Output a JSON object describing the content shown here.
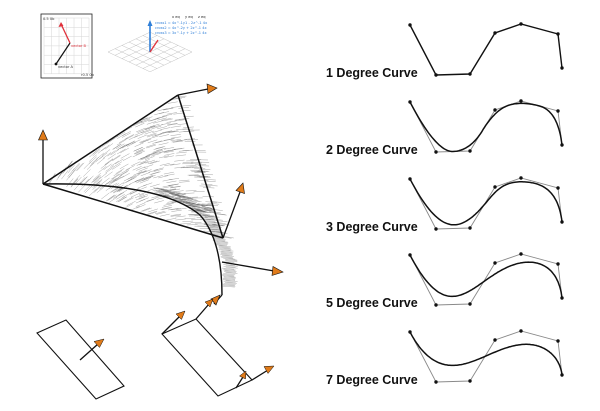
{
  "colors": {
    "background": "#ffffff",
    "curve": "#111111",
    "control_polygon": "#8a8a8a",
    "hatch": "#555555",
    "arrow_tip": "#e07b1a",
    "vector_red": "#e0303a",
    "vector_blue": "#2f7fd8",
    "grid": "#d6d6d6"
  },
  "inset_vectors": {
    "axis_y_label": "0.5 0b",
    "axis_x_label": "r0.5 0b",
    "vector_b_label": "vector B",
    "vector_a_label": "vector A"
  },
  "inset_matrix": {
    "col_headers": [
      "x eq",
      "y eq",
      "z eq"
    ],
    "rows": [
      "cross1 = 4x^-1y1 - 2z^-1  4x",
      "cross2 = 4x^-2y  + 2z^-1  4x",
      "cross3 = 3x^-1y  + 2z^-1  4x"
    ]
  },
  "curves": [
    {
      "degree": 1,
      "label": "1 Degree Curve"
    },
    {
      "degree": 2,
      "label": "2 Degree Curve"
    },
    {
      "degree": 3,
      "label": "3 Degree Curve"
    },
    {
      "degree": 5,
      "label": "5 Degree Curve"
    },
    {
      "degree": 7,
      "label": "7 Degree Curve"
    }
  ]
}
